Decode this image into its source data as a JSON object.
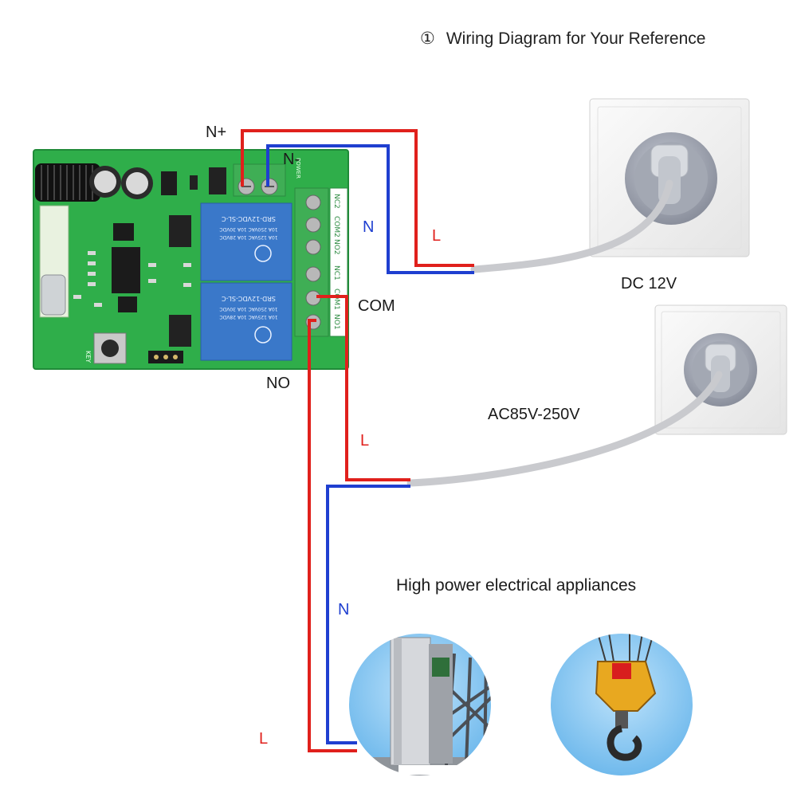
{
  "header": {
    "marker": "①",
    "title": "Wiring Diagram for Your Reference"
  },
  "labels": {
    "n_plus": "N+",
    "n_minus": "N-",
    "n_top": "N",
    "l_top": "L",
    "com": "COM",
    "no": "NO",
    "dc_source": "DC 12V",
    "ac_source": "AC85V-250V",
    "l_mid": "L",
    "n_bottom": "N",
    "l_bottom": "L",
    "appliances": "High power electrical appliances"
  },
  "board": {
    "relay_text_1": "SRD-12VDC-SL-C",
    "relay_text_2": "10A 250VAC 10A 30VDC",
    "relay_text_3": "10A 125VAC 10A 28VDC",
    "terminals": [
      "NC2",
      "COM2",
      "NO2",
      "NC1",
      "COM1",
      "NO1"
    ],
    "power_label": "POWER",
    "key_label": "KEY"
  },
  "colors": {
    "live": "#e0201c",
    "neutral": "#1f3fd0",
    "board": "#2fae4a",
    "relay": "#3a78c9",
    "terminal": "#3fae55"
  },
  "icons": [
    "dc-socket-icon",
    "ac-socket-icon",
    "gate-appliance-icon",
    "crane-hook-appliance-icon"
  ]
}
